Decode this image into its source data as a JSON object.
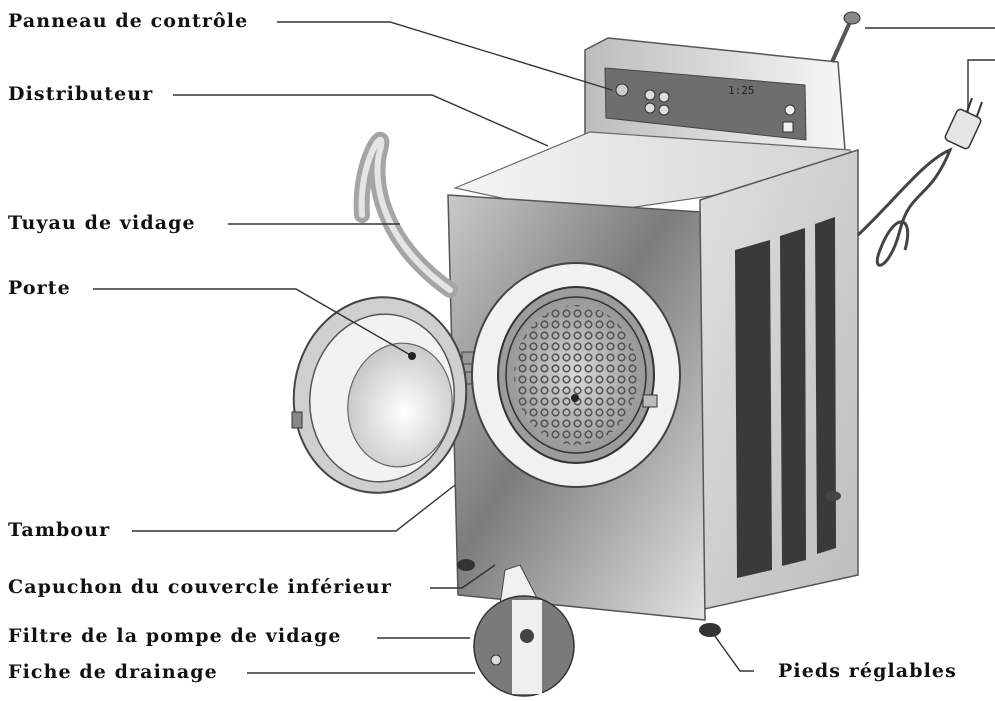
{
  "labels": {
    "control_panel": "Panneau de contrôle",
    "detergent_dispenser": "Distributeur",
    "drain_hose": "Tuyau de vidage",
    "door": "Porte",
    "drum": "Tambour",
    "lower_cover_cap": "Capuchon du couvercle inférieur",
    "drain_pump_filter": "Filtre de la pompe de vidage",
    "drain_plug": "Fiche de drainage",
    "adjustable_feet": "Pieds réglables"
  },
  "display_readout": "1:25",
  "colors": {
    "text": "#111111",
    "line": "#333333",
    "body_light": "#e8e8e8",
    "body_dark": "#6a6a6a"
  }
}
